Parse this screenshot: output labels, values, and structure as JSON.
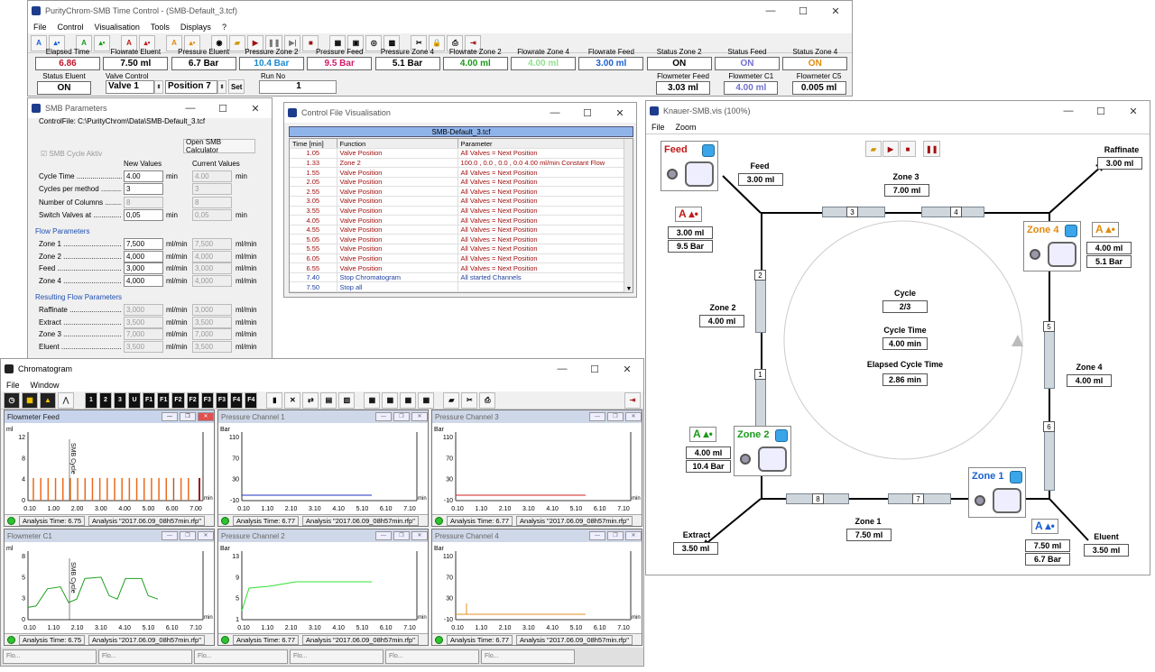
{
  "main": {
    "title": "PurityChrom-SMB Time Control - (SMB-Default_3.tcf)",
    "menu": [
      "File",
      "Control",
      "Visualisation",
      "Tools",
      "Displays",
      "?"
    ],
    "stats_row1": [
      {
        "label": "Elapsed Time",
        "value": "6.86",
        "color": "#c0142a"
      },
      {
        "label": "Flowrate Eluent",
        "value": "7.50 ml",
        "color": "#000000"
      },
      {
        "label": "Pressure Eluent",
        "value": "6.7 Bar",
        "color": "#000000"
      },
      {
        "label": "Pressure Zone 2",
        "value": "10.4 Bar",
        "color": "#1a8ad0"
      },
      {
        "label": "Pressure Feed",
        "value": "9.5 Bar",
        "color": "#d01a6a"
      },
      {
        "label": "Pressure Zone 4",
        "value": "5.1 Bar",
        "color": "#000000"
      },
      {
        "label": "Flowrate Zone 2",
        "value": "4.00 ml",
        "color": "#1a9a1a"
      },
      {
        "label": "Flowrate Zone 4",
        "value": "4.00 ml",
        "color": "#90e090"
      },
      {
        "label": "Flowrate Feed",
        "value": "3.00 ml",
        "color": "#1a60d0"
      },
      {
        "label": "Status Zone 2",
        "value": "ON",
        "color": "#000000"
      },
      {
        "label": "Status Feed",
        "value": "ON",
        "color": "#7070d0"
      },
      {
        "label": "Status Zone 4",
        "value": "ON",
        "color": "#e08a10"
      }
    ],
    "stats_row2_right": [
      {
        "label": "Flowmeter Feed",
        "value": "3.03 ml",
        "color": "#000000"
      },
      {
        "label": "Flowmeter C1",
        "value": "4.00 ml",
        "color": "#7070d0"
      },
      {
        "label": "Flowmeter C5",
        "value": "0.005 ml",
        "color": "#000000"
      }
    ],
    "status_eluent": {
      "label": "Status Eluent",
      "value": "ON"
    },
    "valve_control": {
      "label": "Valve Control",
      "valve": "Valve 1",
      "position": "Position 7",
      "set": "Set"
    },
    "run_no": {
      "label": "Run No",
      "value": "1"
    }
  },
  "smb": {
    "title": "SMB Parameters",
    "control_file": "ControlFile: C:\\PurityChrom\\Data\\SMB-Default_3.tcf",
    "open_calc": "Open SMB Calculator",
    "cycle_aktiv": "SMB Cycle Aktiv",
    "new_values": "New Values",
    "current_values": "Current Values",
    "rows": [
      {
        "label": "Cycle Time ..........................",
        "new": "4.00",
        "cur": "4.00",
        "unit": "min",
        "new_enabled": true
      },
      {
        "label": "Cycles per method ............",
        "new": "3",
        "cur": "3",
        "unit": "",
        "new_enabled": true
      },
      {
        "label": "Number of Columns ...........",
        "new": "8",
        "cur": "8",
        "unit": "",
        "new_enabled": false
      },
      {
        "label": "Switch Valves at ...............",
        "new": "0,05",
        "cur": "0,05",
        "unit": "min",
        "new_enabled": true
      }
    ],
    "flow_params": "Flow Parameters",
    "flows": [
      {
        "label": "Zone 1 ..................................",
        "new": "7,500",
        "cur": "7,500",
        "unit": "ml/min",
        "unit2": "ml/min"
      },
      {
        "label": "Zone 2 ..................................",
        "new": "4,000",
        "cur": "4,000",
        "unit": "ml/min",
        "unit2": "ml/min"
      },
      {
        "label": "Feed .....................................",
        "new": "3,000",
        "cur": "3,000",
        "unit": "ml/min",
        "unit2": "ml/min"
      },
      {
        "label": "Zone 4 ..................................",
        "new": "4,000",
        "cur": "4,000",
        "unit": "ml/min",
        "unit2": "ml/min"
      }
    ],
    "result_params": "Resulting Flow Parameters",
    "results": [
      {
        "label": "Raffinate ............................",
        "new": "3,000",
        "cur": "3,000",
        "unit": "ml/min",
        "unit2": "ml/min"
      },
      {
        "label": "Extract ...............................",
        "new": "3,500",
        "cur": "3,500",
        "unit": "ml/min",
        "unit2": "ml/min"
      },
      {
        "label": "Zone 3 ..................................",
        "new": "7,000",
        "cur": "7,000",
        "unit": "ml/min",
        "unit2": "ml/min"
      },
      {
        "label": "Eluent ..................................",
        "new": "3,500",
        "cur": "3,500",
        "unit": "ml/min",
        "unit2": "ml/min"
      }
    ]
  },
  "cfv": {
    "title": "Control File Visualisation",
    "file": "SMB-Default_3.tcf",
    "headers": [
      "Time [min]",
      "Function",
      "Parameter"
    ],
    "rows": [
      [
        "1.05",
        "Valve Position",
        "All Valves = Next Position",
        "red"
      ],
      [
        "1.33",
        "Zone 2",
        "100.0  ,  0.0  ,  0.0  ,  0.0 4.00  ml/min Constant Flow",
        "red"
      ],
      [
        "1.55",
        "Valve Position",
        "All Valves = Next Position",
        "red"
      ],
      [
        "2.05",
        "Valve Position",
        "All Valves = Next Position",
        "red"
      ],
      [
        "2.55",
        "Valve Position",
        "All Valves = Next Position",
        "red"
      ],
      [
        "3.05",
        "Valve Position",
        "All Valves = Next Position",
        "red"
      ],
      [
        "3.55",
        "Valve Position",
        "All Valves = Next Position",
        "red"
      ],
      [
        "4.05",
        "Valve Position",
        "All Valves = Next Position",
        "red"
      ],
      [
        "4.55",
        "Valve Position",
        "All Valves = Next Position",
        "red"
      ],
      [
        "5.05",
        "Valve Position",
        "All Valves = Next Position",
        "red"
      ],
      [
        "5.55",
        "Valve Position",
        "All Valves = Next Position",
        "red"
      ],
      [
        "6.05",
        "Valve Position",
        "All Valves = Next Position",
        "red"
      ],
      [
        "6.55",
        "Valve Position",
        "All Valves = Next Position",
        "red"
      ],
      [
        "7.40",
        "Stop Chromatogram",
        "All started Channels",
        "blue"
      ],
      [
        "7.50",
        "Stop all",
        "",
        "blue"
      ]
    ]
  },
  "vis": {
    "title": "Knauer-SMB.vis (100%)",
    "menu": [
      "File",
      "Zoom"
    ],
    "feed": {
      "name": "Feed",
      "label": "Feed",
      "flow": "3.00 ml",
      "flow2": "3.00 ml",
      "pressure": "9.5 Bar"
    },
    "raffinate": {
      "label": "Raffinate",
      "flow": "3.00 ml"
    },
    "zone3": {
      "label": "Zone 3",
      "flow": "7.00 ml"
    },
    "zone4": {
      "name": "Zone 4",
      "flow": "4.00 ml",
      "pressure": "5.1 Bar",
      "label": "Zone 4",
      "flow2": "4.00 ml"
    },
    "zone2": {
      "name": "Zone 2",
      "label": "Zone 2",
      "flow": "4.00 ml",
      "flow2": "4.00 ml",
      "pressure": "10.4 Bar"
    },
    "zone1": {
      "name": "Zone 1",
      "label": "Zone 1",
      "flow": "7.50 ml",
      "flow2": "7.50 ml",
      "pressure": "6.7 Bar"
    },
    "extract": {
      "label": "Extract",
      "flow": "3.50 ml"
    },
    "eluent": {
      "label": "Eluent",
      "flow": "3.50 ml"
    },
    "cycle": {
      "label": "Cycle",
      "value": "2/3"
    },
    "cycle_time": {
      "label": "Cycle Time",
      "value": "4.00 min"
    },
    "elapsed": {
      "label": "Elapsed Cycle Time",
      "value": "2.86 min"
    },
    "columns": [
      "1",
      "2",
      "3",
      "4",
      "5",
      "6",
      "7",
      "8"
    ]
  },
  "chrom": {
    "title": "Chromatogram",
    "menu": [
      "File",
      "Window"
    ],
    "toolbar": [
      "1",
      "2",
      "3",
      "U",
      "F1",
      "F1",
      "F2",
      "F2",
      "F3",
      "F3",
      "F4",
      "F4"
    ],
    "panels": [
      {
        "title": "Flowmeter Feed",
        "unit": "ml",
        "yticks": [
          "12",
          "8",
          "4",
          "0"
        ],
        "xticks": [
          "0.10",
          "1.00",
          "2.00",
          "3.00",
          "4.00",
          "5.00",
          "6.00",
          "7.00"
        ],
        "xunit": "min",
        "time": "Analysis Time:  6.75",
        "analysis": "Analysis \"2017.06.09_08h57min.rfp\"",
        "note": "SMB Cycle",
        "color": "#e86a1a"
      },
      {
        "title": "Pressure Channel 1",
        "unit": "Bar",
        "yticks": [
          "110",
          "70",
          "30",
          "-10"
        ],
        "xticks": [
          "0.10",
          "1.10",
          "2.10",
          "3.10",
          "4.10",
          "5.10",
          "6.10",
          "7.10"
        ],
        "xunit": "min",
        "time": "Analysis Time:  6.77",
        "analysis": "Analysis \"2017.06.09_08h57min.rfp\"",
        "color": "#2030c0"
      },
      {
        "title": "Pressure Channel 3",
        "unit": "Bar",
        "yticks": [
          "110",
          "70",
          "30",
          "-10"
        ],
        "xticks": [
          "0.10",
          "1.10",
          "2.10",
          "3.10",
          "4.10",
          "5.10",
          "6.10",
          "7.10"
        ],
        "xunit": "min",
        "time": "Analysis Time:  6.77",
        "analysis": "Analysis \"2017.06.09_08h57min.rfp\"",
        "color": "#d02020"
      },
      {
        "title": "Flowmeter C1",
        "unit": "ml",
        "yticks": [
          "8",
          "5",
          "3",
          "0"
        ],
        "xticks": [
          "0.10",
          "1.10",
          "2.10",
          "3.10",
          "4.10",
          "5.10",
          "6.10",
          "7.10"
        ],
        "xunit": "min",
        "time": "Analysis Time:  6.75",
        "analysis": "Analysis \"2017.06.09_08h57min.rfp\"",
        "note": "SMB Cycle",
        "color": "#20a020"
      },
      {
        "title": "Pressure Channel 2",
        "unit": "Bar",
        "yticks": [
          "13",
          "9",
          "5",
          "1"
        ],
        "xticks": [
          "0.10",
          "1.10",
          "2.10",
          "3.10",
          "4.10",
          "5.10",
          "6.10",
          "7.10"
        ],
        "xunit": "min",
        "time": "Analysis Time:  6.77",
        "analysis": "Analysis \"2017.06.09_08h57min.rfp\"",
        "color": "#30e030"
      },
      {
        "title": "Pressure Channel 4",
        "unit": "Bar",
        "yticks": [
          "110",
          "70",
          "30",
          "-10"
        ],
        "xticks": [
          "0.10",
          "1.10",
          "2.10",
          "3.10",
          "4.10",
          "5.10",
          "6.10",
          "7.10"
        ],
        "xunit": "min",
        "time": "Analysis Time:  6.77",
        "analysis": "Analysis \"2017.06.09_08h57min.rfp\"",
        "color": "#e09020"
      }
    ],
    "tabs": [
      "Flo...",
      "Flo...",
      "Flo...",
      "Flo...",
      "Flo...",
      "Flo..."
    ]
  }
}
